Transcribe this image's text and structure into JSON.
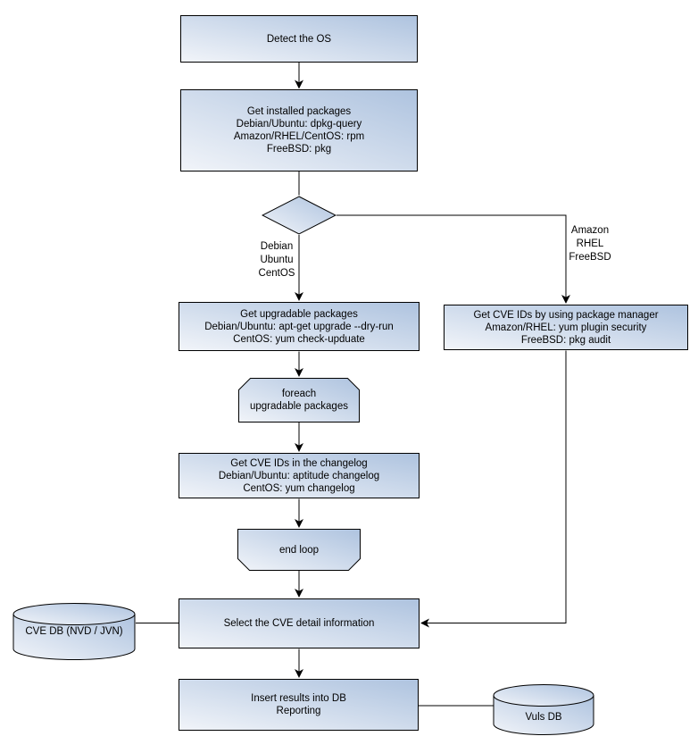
{
  "diagram": {
    "background": "#ffffff",
    "colors": {
      "shape_fill_light": "#f1f4f9",
      "shape_fill_blue": "#aec3df",
      "stroke": "#000000"
    },
    "nodes": {
      "detect_os": {
        "label": "Detect the OS"
      },
      "get_installed": {
        "label": "Get installed packages\nDebian/Ubuntu: dpkg-query\nAmazon/RHEL/CentOS: rpm\nFreeBSD: pkg"
      },
      "branch_left": {
        "label": "Debian\nUbuntu\nCentOS"
      },
      "branch_right": {
        "label": "Amazon\nRHEL\nFreeBSD"
      },
      "get_upgradable": {
        "label": "Get upgradable packages\nDebian/Ubuntu: apt-get upgrade --dry-run\nCentOS: yum check-upduate"
      },
      "get_cve_pkg_manager": {
        "label": "Get CVE IDs by using package manager\nAmazon/RHEL: yum plugin security\nFreeBSD: pkg audit"
      },
      "foreach_loop": {
        "label": "foreach\nupgradable packages"
      },
      "get_cve_changelog": {
        "label": "Get CVE IDs in the changelog\nDebian/Ubuntu: aptitude changelog\nCentOS: yum changelog"
      },
      "end_loop": {
        "label": "end loop"
      },
      "select_cve": {
        "label": "Select the CVE detail information"
      },
      "cve_db": {
        "label": "CVE DB (NVD / JVN)"
      },
      "insert_results": {
        "label": "Insert results into DB\nReporting"
      },
      "vuls_db": {
        "label": "Vuls DB"
      }
    }
  }
}
